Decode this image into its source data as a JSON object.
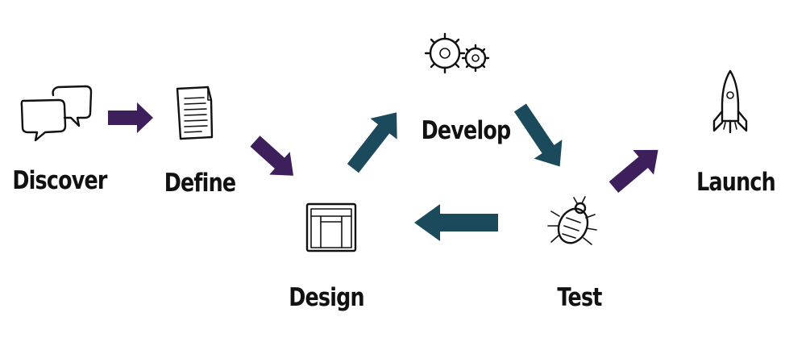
{
  "stages": {
    "discover": "Discover",
    "define": "Define",
    "design": "Design",
    "develop": "Develop",
    "test": "Test",
    "launch": "Launch"
  },
  "icons": {
    "discover": "speech-bubbles-icon",
    "define": "document-icon",
    "design": "wireframe-icon",
    "develop": "gears-icon",
    "test": "bug-icon",
    "launch": "rocket-icon"
  },
  "colors": {
    "purple": "#3d1f5c",
    "teal": "#1a4a5c",
    "ink": "#111111"
  }
}
